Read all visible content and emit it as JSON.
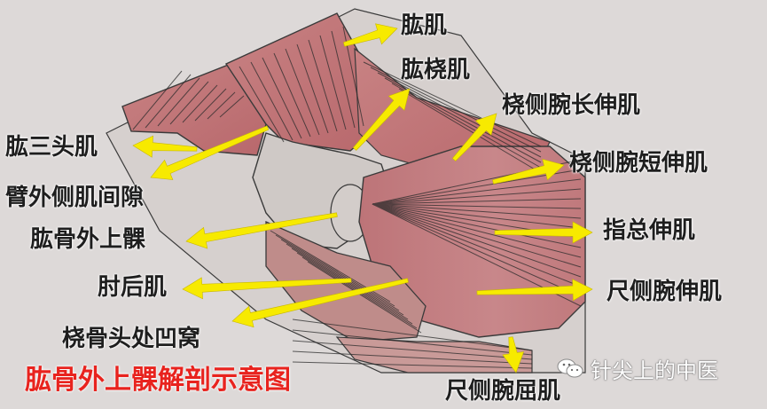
{
  "title": "肱骨外上髁解剖示意图",
  "labels": {
    "brachialis": "肱肌",
    "brachioradialis": "肱桡肌",
    "ecrl": "桡侧腕长伸肌",
    "triceps": "肱三头肌",
    "ecrb": "桡侧腕短伸肌",
    "lateral_septum": "臂外侧肌间隙",
    "lateral_epicondyle": "肱骨外上髁",
    "edc": "指总伸肌",
    "anconeus": "肘后肌",
    "ecu": "尺侧腕伸肌",
    "radial_head_fossa": "桡骨头处凹窝",
    "fcu": "尺侧腕屈肌"
  },
  "watermark": {
    "icon": "wechat-icon",
    "text": "针尖上的中医"
  },
  "colors": {
    "muscle": "#c9797a",
    "muscle_dark": "#a85a5e",
    "tendon": "#cfc7c4",
    "background": "#ddd9d8",
    "arrow": "#f7ea00",
    "title": "#e8231e"
  }
}
